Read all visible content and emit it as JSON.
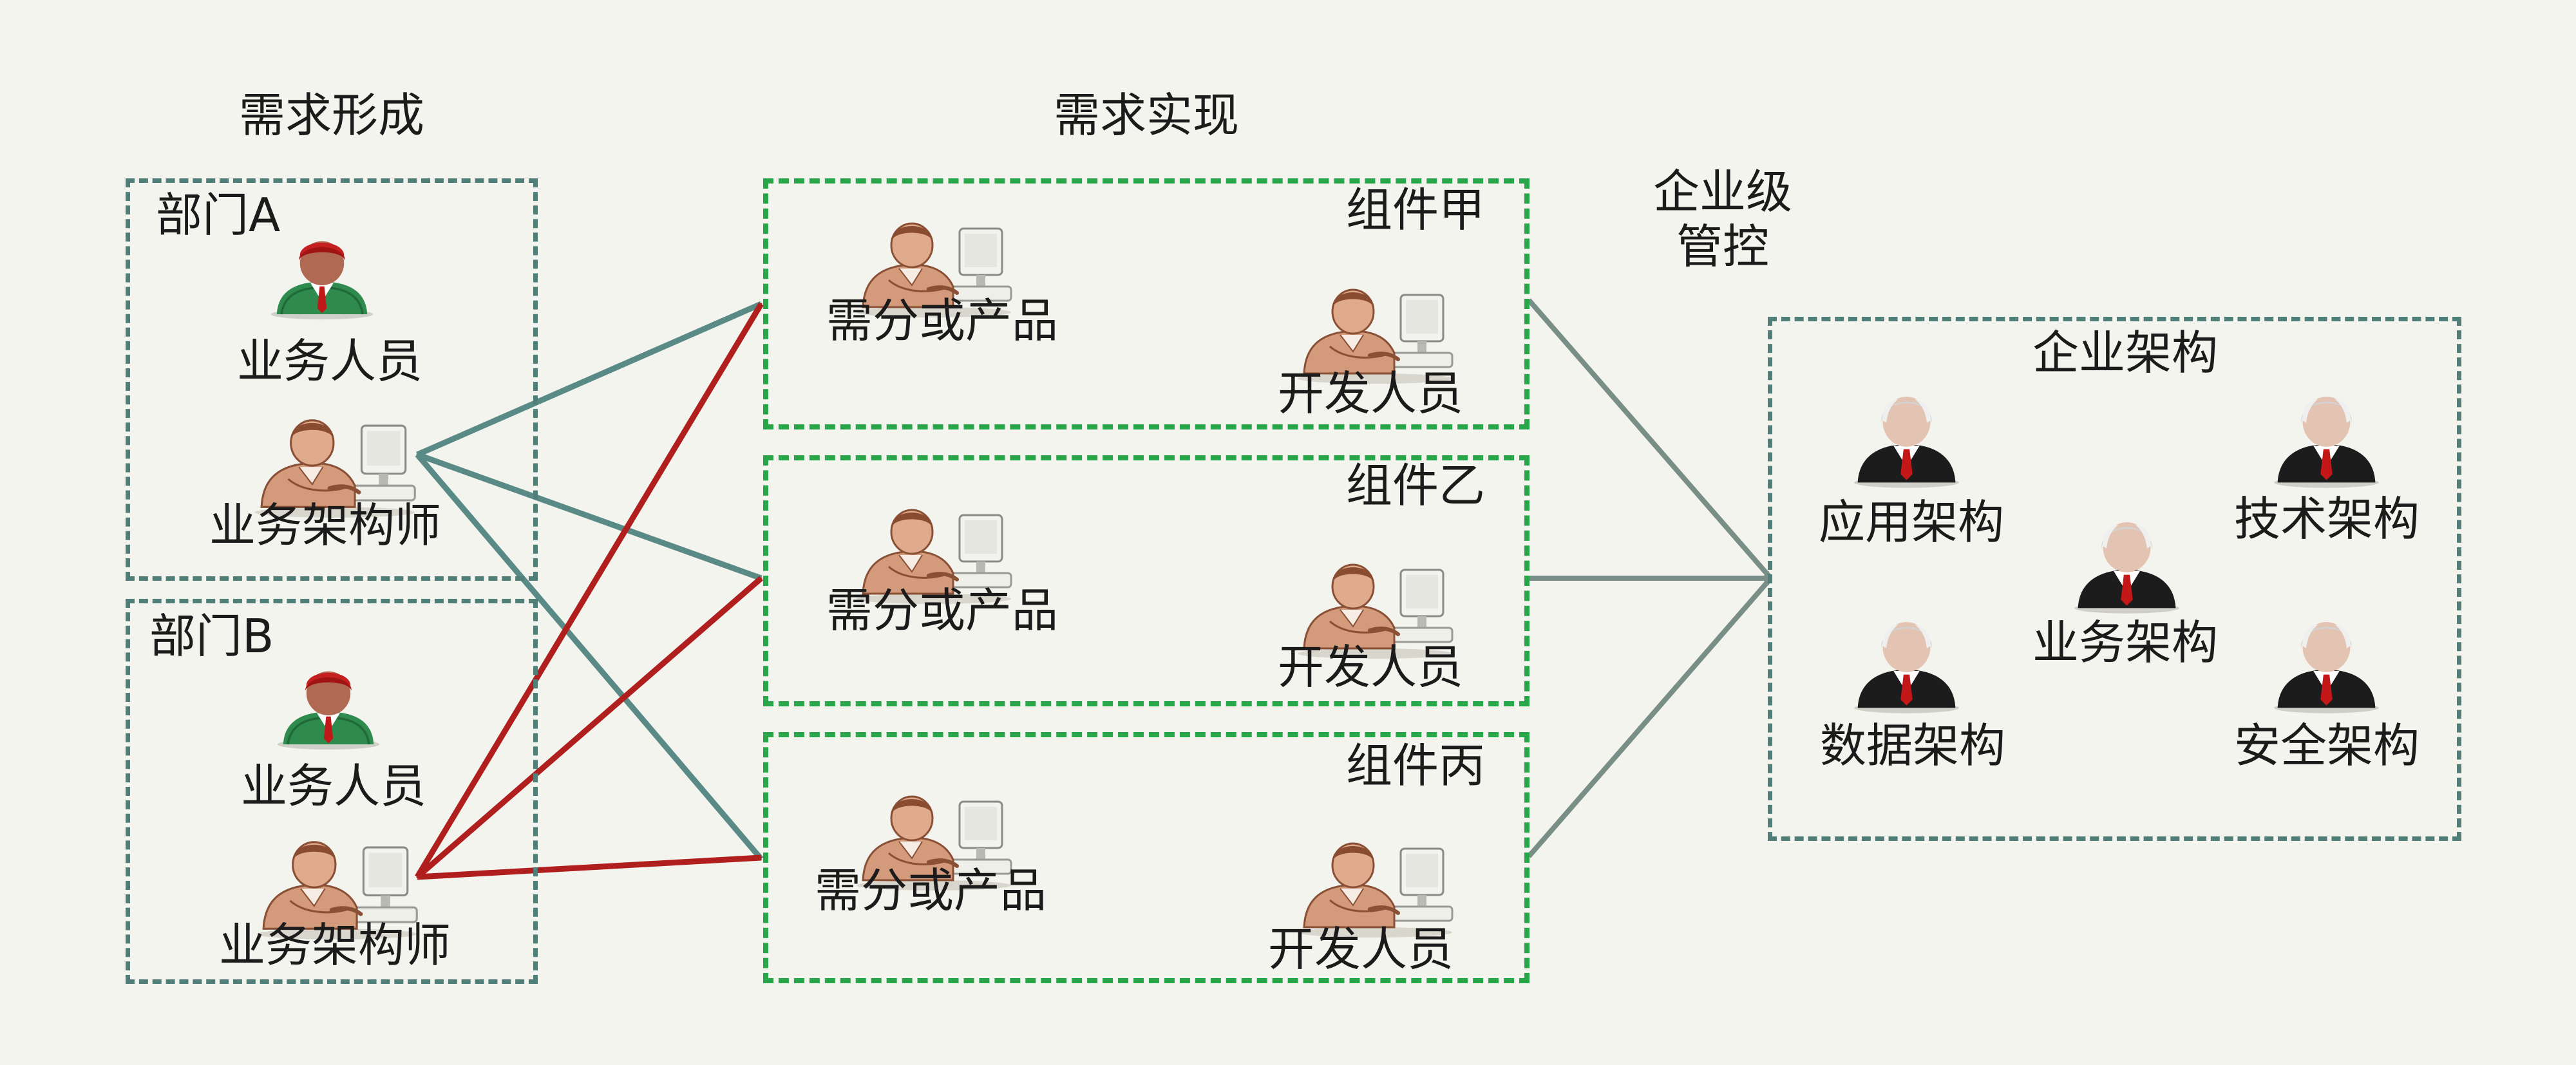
{
  "headings": {
    "formation": "需求形成",
    "realization": "需求实现",
    "governance_line1": "企业级",
    "governance_line2": "管控"
  },
  "departments": [
    {
      "label": "部门A",
      "staff": "业务人员",
      "architect": "业务架构师"
    },
    {
      "label": "部门B",
      "staff": "业务人员",
      "architect": "业务架构师"
    }
  ],
  "components": [
    {
      "label": "组件甲",
      "analyst": "需分或产品",
      "developer": "开发人员"
    },
    {
      "label": "组件乙",
      "analyst": "需分或产品",
      "developer": "开发人员"
    },
    {
      "label": "组件丙",
      "analyst": "需分或产品",
      "developer": "开发人员"
    }
  ],
  "enterprise": {
    "title": "企业架构",
    "roles": {
      "application": "应用架构",
      "technology": "技术架构",
      "business": "业务架构",
      "data": "数据架构",
      "security": "安全架构"
    }
  },
  "colors": {
    "background": "#f4f4ef",
    "dept_border": "#4f7f78",
    "component_border": "#2aa64a",
    "arrow_dept_a": "#5a8a86",
    "arrow_dept_b": "#b01e1e",
    "arrow_governance": "#7a8e88"
  },
  "icons": {
    "business_staff": "businessman-green-suit-icon",
    "business_architect": "person-at-computer-icon",
    "analyst": "person-at-computer-icon",
    "developer": "person-at-computer-icon",
    "enterprise_architect": "gray-hair-executive-icon"
  }
}
